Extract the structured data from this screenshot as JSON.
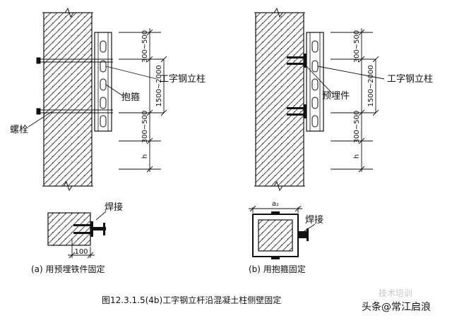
{
  "figure": {
    "caption": "图12.3.1.5(4b)工字钢立杆沿混凝土柱侧壁固定",
    "watermark": "头条@常江启浪",
    "watermark_faint": "技术培训"
  },
  "left_diagram": {
    "label_steel_column": "工字钢立柱",
    "label_hoop": "抱箍",
    "label_bolt": "螺栓",
    "dim_top": "300~500",
    "dim_mid": "1500~2000",
    "dim_bottom": "300~500",
    "dim_h": "h"
  },
  "right_diagram": {
    "label_steel_column": "工字钢立柱",
    "label_embedded": "预埋件",
    "dim_top": "300~500",
    "dim_mid": "1500~2000",
    "dim_bottom": "300~500",
    "dim_h": "h"
  },
  "section_a": {
    "label_weld": "焊接",
    "dim_width": "100",
    "caption": "(a) 用预埋铁件固定"
  },
  "section_b": {
    "label_weld": "焊接",
    "dim_top": "a₂",
    "caption": "(b) 用抱箍固定"
  }
}
